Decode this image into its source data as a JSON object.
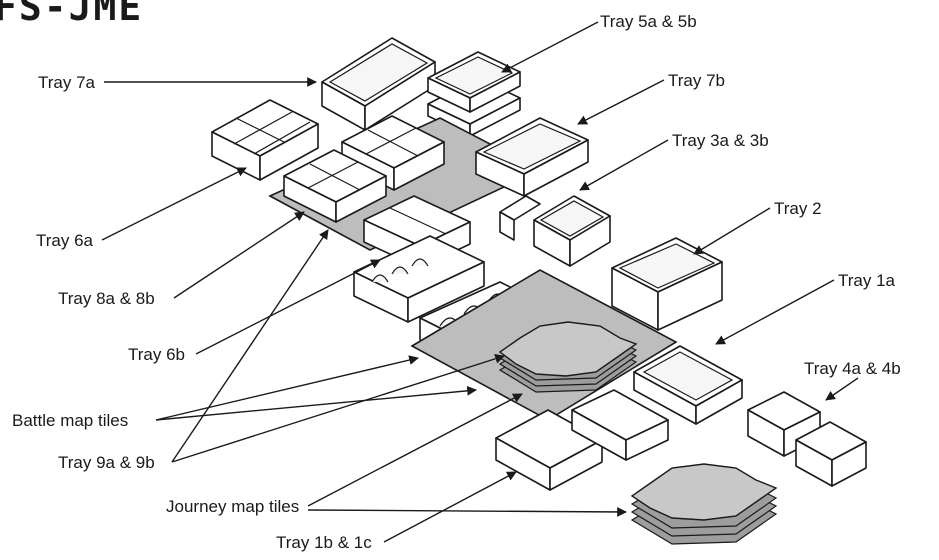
{
  "logo": {
    "text": "FS-JME"
  },
  "labels": {
    "tray_5ab": "Tray 5a & 5b",
    "tray_7a": "Tray 7a",
    "tray_7b": "Tray 7b",
    "tray_3ab": "Tray 3a & 3b",
    "tray_2": "Tray 2",
    "tray_6a": "Tray 6a",
    "tray_1a": "Tray 1a",
    "tray_8ab": "Tray 8a & 8b",
    "tray_4ab": "Tray 4a & 4b",
    "tray_6b": "Tray 6b",
    "battle_map_tiles": "Battle map tiles",
    "tray_9ab": "Tray 9a & 9b",
    "journey_map_tiles": "Journey map tiles",
    "tray_1bc": "Tray 1b & 1c"
  }
}
